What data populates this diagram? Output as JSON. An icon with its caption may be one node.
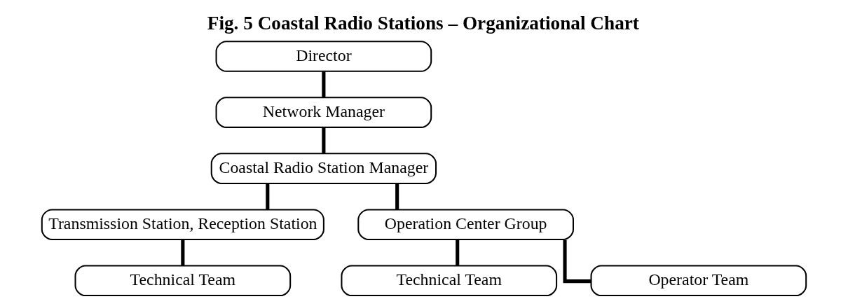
{
  "diagram": {
    "title": "Fig. 5 Coastal Radio Stations – Organizational Chart",
    "nodes": [
      {
        "text": [
          "Director"
        ]
      },
      {
        "text": [
          "Network Manager"
        ]
      },
      {
        "text": [
          "Coastal Radio Station Manager"
        ]
      },
      {
        "text": [
          "Transmission Station, Reception Station"
        ]
      },
      {
        "text": [
          "Operation Center Group"
        ]
      },
      {
        "text": [
          "Technical Team"
        ]
      },
      {
        "text": [
          "Technical Team"
        ]
      },
      {
        "text": [
          "Operator Team"
        ]
      }
    ],
    "edges": [
      {
        "from": 0,
        "to": 1,
        "arrow": "none"
      },
      {
        "from": 1,
        "to": 2,
        "arrow": "none"
      },
      {
        "from": 2,
        "to": 3,
        "arrow": "none"
      },
      {
        "from": 2,
        "to": 4,
        "arrow": "none"
      },
      {
        "from": 3,
        "to": 5,
        "arrow": "none"
      },
      {
        "from": 4,
        "to": 6,
        "arrow": "none"
      },
      {
        "from": 4,
        "to": 7,
        "arrow": "none"
      }
    ]
  }
}
